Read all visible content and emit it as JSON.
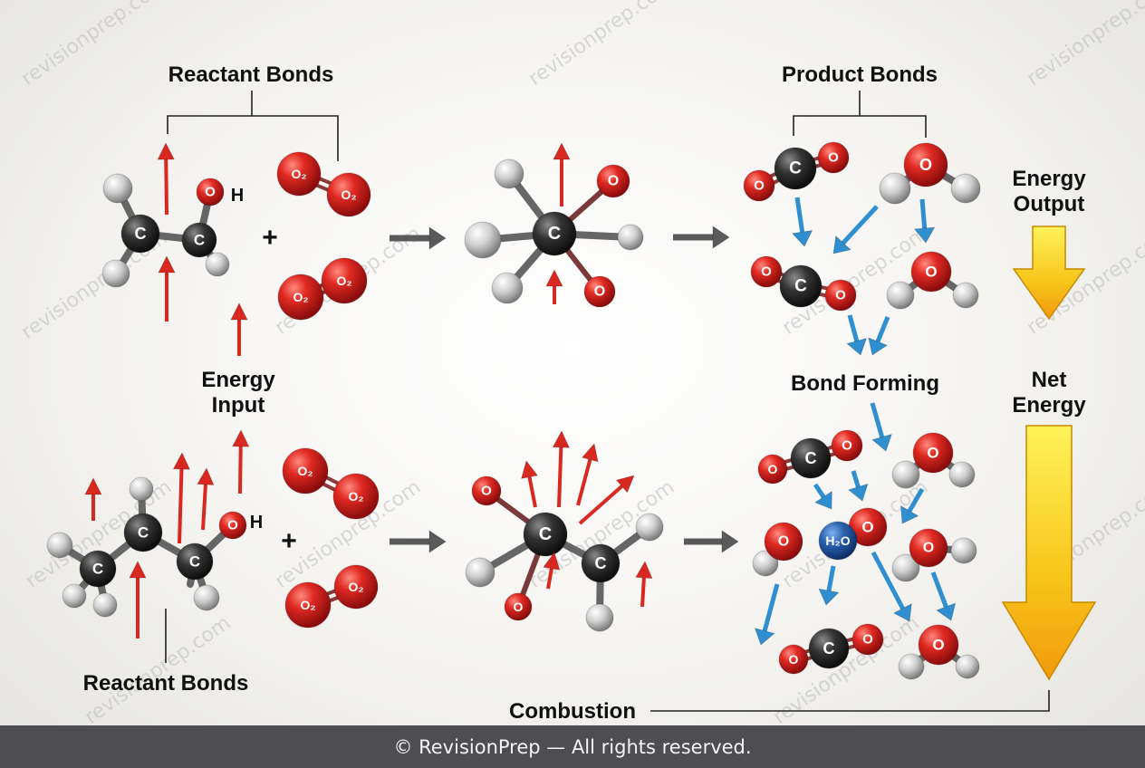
{
  "labels": {
    "reactant_bonds_top": "Reactant Bonds",
    "product_bonds": "Product Bonds",
    "energy_output_line1": "Energy",
    "energy_output_line2": "Output",
    "energy_input_line1": "Energy",
    "energy_input_line2": "Input",
    "bond_forming": "Bond Forming",
    "net_energy_line1": "Net",
    "net_energy_line2": "Energy",
    "reactant_bonds_bottom": "Reactant Bonds",
    "combustion": "Combustion",
    "plus_top": "+",
    "plus_bottom": "+"
  },
  "atoms": {
    "carbon": "C",
    "oxygen": "O",
    "hydrogen_label": "H",
    "o2": "O₂",
    "h2o": "H₂O"
  },
  "watermark": "revisionprep.com",
  "footer": "© RevisionPrep — All rights reserved.",
  "colors": {
    "red_arrow": "#d8281f",
    "blue_arrow": "#2f8fd0",
    "grey_arrow": "#5a5a5a",
    "yellow_arrow": "#f5c21a",
    "oxygen": "#d42222",
    "carbon": "#2b2b2b",
    "hydrogen": "#c9c9c9",
    "water_blue": "#2a62b0"
  }
}
